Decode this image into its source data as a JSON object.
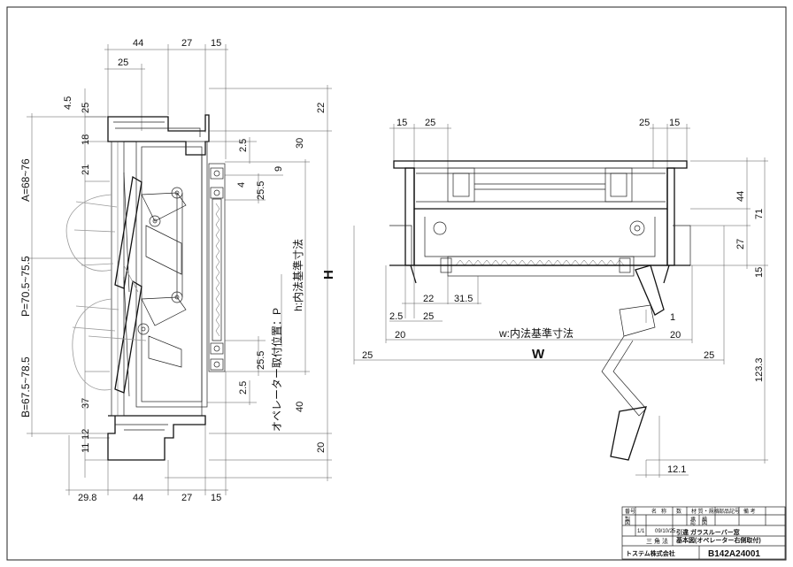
{
  "left_view": {
    "top_dims": [
      "44",
      "27",
      "15",
      "25"
    ],
    "left_small": [
      "4.5",
      "25",
      "18",
      "21",
      "37",
      "11",
      "12"
    ],
    "left_vertical": [
      "A=68~76",
      "P=70.5~75.5",
      "B=67.5~78.5"
    ],
    "right_dims": [
      "22",
      "30",
      "2.5",
      "9",
      "4",
      "25.5",
      "25.5",
      "2.5",
      "40",
      "20"
    ],
    "h_label": "h:内法基準寸法",
    "operator_label": "オペレーター取付位置：P",
    "H_label": "H",
    "bottom_dims": [
      "29.8",
      "44",
      "27",
      "15"
    ]
  },
  "right_view": {
    "top_dims": [
      "15",
      "25",
      "25",
      "15"
    ],
    "right_dims": [
      "44",
      "71",
      "27",
      "15",
      "123.3"
    ],
    "inner_dims": [
      "22",
      "31.5",
      "2.5",
      "25",
      "1"
    ],
    "w_inner": [
      "20",
      "20"
    ],
    "w_label": "w:内法基準寸法",
    "W_label": "W",
    "w_outer": [
      "25",
      "25"
    ],
    "bottom_dim": "12.1"
  },
  "title_block": {
    "headers": [
      "番号",
      "名",
      "称",
      "数",
      "材 質・規格",
      "部品記号",
      "備 考"
    ],
    "scale": "1/1",
    "date": "09/10/25",
    "method": "三 角 法",
    "company": "トステム株式会社",
    "title_line1": "引違 ガラスルーバー窓",
    "title_line2": "基本図(オペレーター右側取付)",
    "drawing_no": "B142A24001",
    "small_marks": [
      "承",
      "認",
      "検",
      "図",
      "製",
      "図"
    ]
  }
}
